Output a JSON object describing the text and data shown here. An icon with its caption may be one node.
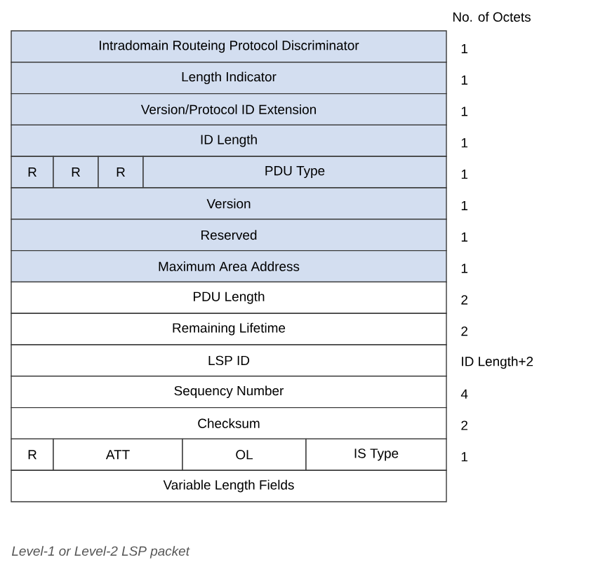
{
  "diagram": {
    "caption": "Level-1 or Level-2 LSP packet",
    "nodes": [
      {
        "text": [
          "Intradomain Routeing Protocol Discriminator"
        ]
      },
      {
        "text": [
          "Length Indicator"
        ]
      },
      {
        "text": [
          "Version/Protocol ID Extension"
        ]
      },
      {
        "text": [
          "ID Length"
        ]
      },
      {
        "text": [
          "R"
        ]
      },
      {
        "text": [
          "R"
        ]
      },
      {
        "text": [
          "R"
        ]
      },
      {
        "text": [
          "PDU Type"
        ]
      },
      {
        "text": [
          "Version"
        ]
      },
      {
        "text": [
          "Reserved"
        ]
      },
      {
        "text": [
          "Maximum Area Address"
        ]
      },
      {
        "text": [
          "PDU Length"
        ]
      },
      {
        "text": [
          "Remaining Lifetime"
        ]
      },
      {
        "text": [
          "LSP ID"
        ]
      },
      {
        "text": [
          "Sequency Number"
        ]
      },
      {
        "text": [
          "Checksum"
        ]
      },
      {
        "text": [
          "R"
        ]
      },
      {
        "text": [
          "ATT"
        ]
      },
      {
        "text": [
          "OL"
        ]
      },
      {
        "text": [
          "IS Type"
        ]
      },
      {
        "text": [
          "Variable Length Fields"
        ]
      }
    ],
    "labels": [
      "No. of Octets",
      "1",
      "1",
      "1",
      "1",
      "1",
      "1",
      "1",
      "1",
      "2",
      "2",
      "ID Length+2",
      "4",
      "2",
      "1"
    ]
  }
}
